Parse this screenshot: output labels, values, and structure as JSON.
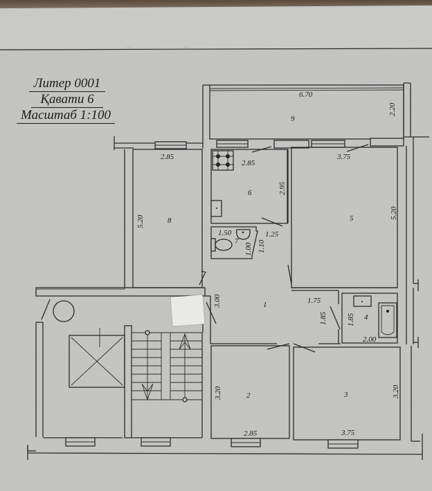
{
  "header_ghost_text": "ХАТ БУЙИЧА ЖОЙЛАШТИРИЛГАН",
  "title_block": {
    "liter": "Литер 0001",
    "floor": "Қавати   6",
    "scale": "Масштаб 1:100"
  },
  "rooms": [
    {
      "id": "1",
      "label": "1",
      "dims": [
        "3.00",
        "1.75"
      ]
    },
    {
      "id": "2",
      "label": "2",
      "dims": [
        "2.85",
        "3.20"
      ]
    },
    {
      "id": "3",
      "label": "3",
      "dims": [
        "3.75",
        "3.20"
      ]
    },
    {
      "id": "4",
      "label": "4",
      "dims": [
        "1.85",
        "1.85",
        "2.00"
      ]
    },
    {
      "id": "5",
      "label": "5",
      "dims": [
        "3.75",
        "5.20"
      ]
    },
    {
      "id": "6",
      "label": "6",
      "dims": [
        "2.85",
        "2.95"
      ]
    },
    {
      "id": "7",
      "label": "7",
      "dims": [
        "1.50",
        "1.00",
        "1.10",
        "1.25"
      ]
    },
    {
      "id": "8",
      "label": "8",
      "dims": [
        "2.85",
        "5.20"
      ]
    },
    {
      "id": "9",
      "label": "9",
      "dims": [
        "6.70",
        "2.20"
      ]
    }
  ],
  "fixtures": [
    "gas-stove",
    "kitchen-sink",
    "washbasin",
    "toilet",
    "bathroom-sink",
    "bathtub",
    "elevator-shaft",
    "staircase",
    "garbage-chute"
  ],
  "colors": {
    "paper": "#c4c4c2",
    "ink": "#2b2b2b",
    "background": "#6b5a4a"
  }
}
